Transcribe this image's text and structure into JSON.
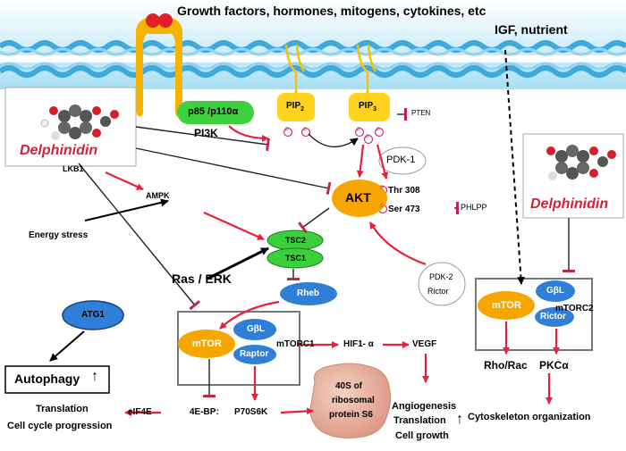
{
  "header": {
    "title": "Growth factors, hormones, mitogens, cytokines, etc",
    "igf": "IGF, nutrient"
  },
  "drug": {
    "name": "Delphinidin"
  },
  "pi3k": {
    "subunit": "p85 /p110α",
    "label": "PI3K"
  },
  "pip2": {
    "base": "PIP",
    "sub": "2"
  },
  "pip3": {
    "base": "PIP",
    "sub": "3"
  },
  "p_mark": "P",
  "pten": "PTEN",
  "pdk1": "PDK-1",
  "akt": {
    "label": "AKT",
    "thr": "Thr 308",
    "ser": "Ser 473"
  },
  "phlpp": "PHLPP",
  "lkb1": "LKB1",
  "ampk": "AMPK",
  "energy_stress": "Energy stress",
  "tsc2": "TSC2",
  "tsc1": "TSC1",
  "ras_erk": "Ras / ERK",
  "pdk2": {
    "line1": "PDK-2",
    "line2": "Rictor"
  },
  "rheb": "Rheb",
  "atg1": "ATG1",
  "autophagy": "Autophagy",
  "up_arrow": "↑",
  "mtorc1": {
    "mtor": "mTOR",
    "gbl": "GβL",
    "raptor": "Raptor",
    "label": "mTORC1"
  },
  "mtorc2": {
    "mtor": "mTOR",
    "gbl": "GβL",
    "rictor": "Rictor",
    "label": "mTORC2"
  },
  "hif1": "HIF1- α",
  "vegf": "VEGF",
  "rho_rac": "Rho/Rac",
  "pkca": "PKCα",
  "translation_left": {
    "line1": "Translation",
    "line2": "Cell cycle progression"
  },
  "eif4e": "eIF4E",
  "ebp": "4E-BP:",
  "p70s6k": "P70S6K",
  "s6": {
    "line1": "40S of",
    "line2": "ribosomal",
    "line3": "protein S6"
  },
  "outcomes": {
    "angio": "Angiogenesis",
    "translation": "Translation",
    "growth": "Cell growth"
  },
  "cytoskeleton": "Cytoskeleton organization",
  "colors": {
    "red_arrow": "#e8203a",
    "inhibit": "#c0254a",
    "receptor": "#f5b400",
    "ligand": "#e0202a",
    "pi3k_green": "#3ed13e",
    "pip_yellow": "#ffd21e",
    "akt_orange": "#f7a600",
    "tsc_green": "#3ccf3c",
    "blue": "#2f7fd8",
    "membrane_blue": "#5fc4ec"
  }
}
